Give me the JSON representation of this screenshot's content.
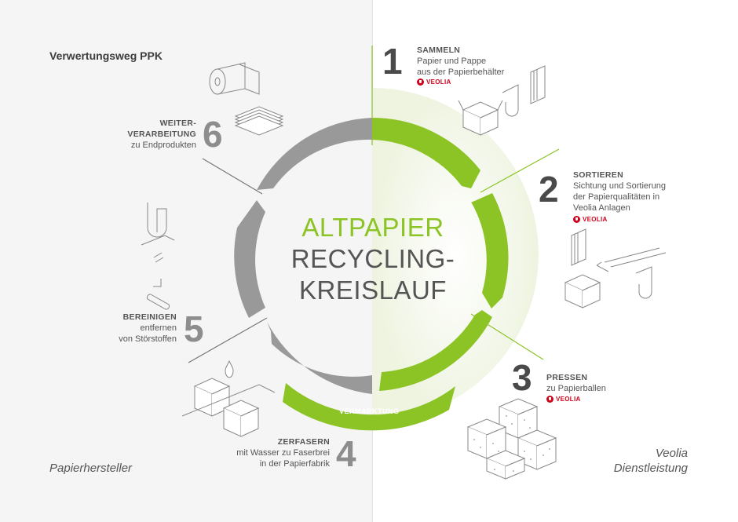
{
  "title": "Verwertungsweg PPK",
  "center": {
    "line1": "ALTPAPIER",
    "line2": "RECYCLING-",
    "line3": "KREISLAUF"
  },
  "vermarktung": "VERMARKTUNG",
  "steps": [
    {
      "number": "1",
      "heading": "SAMMELN",
      "line1": "Papier und Pappe",
      "line2": "aus der Papierbehälter",
      "logo": "VEOLIA"
    },
    {
      "number": "2",
      "heading": "SORTIEREN",
      "line1": "Sichtung und Sortierung",
      "line2": "der Papierqualitäten in",
      "line3": "Veolia Anlagen",
      "logo": "VEOLIA"
    },
    {
      "number": "3",
      "heading": "PRESSEN",
      "line1": "zu Papierballen",
      "logo": "VEOLIA"
    },
    {
      "number": "4",
      "heading": "ZERFASERN",
      "line1": "mit Wasser zu Faserbrei",
      "line2": "in der Papierfabrik"
    },
    {
      "number": "5",
      "heading": "BEREINIGEN",
      "line1": "entfernen",
      "line2": "von Störstoffen"
    },
    {
      "number": "6",
      "heading1": "WEITER-",
      "heading2": "VERARBEITUNG",
      "line1": "zu Endprodukten"
    }
  ],
  "footer": {
    "left": "Papierhersteller",
    "right1": "Veolia",
    "right2": "Dienstleistung"
  },
  "colors": {
    "green": "#8cc325",
    "grey": "#999999",
    "dark": "#4a4a4a",
    "veolia_red": "#d0021b"
  }
}
